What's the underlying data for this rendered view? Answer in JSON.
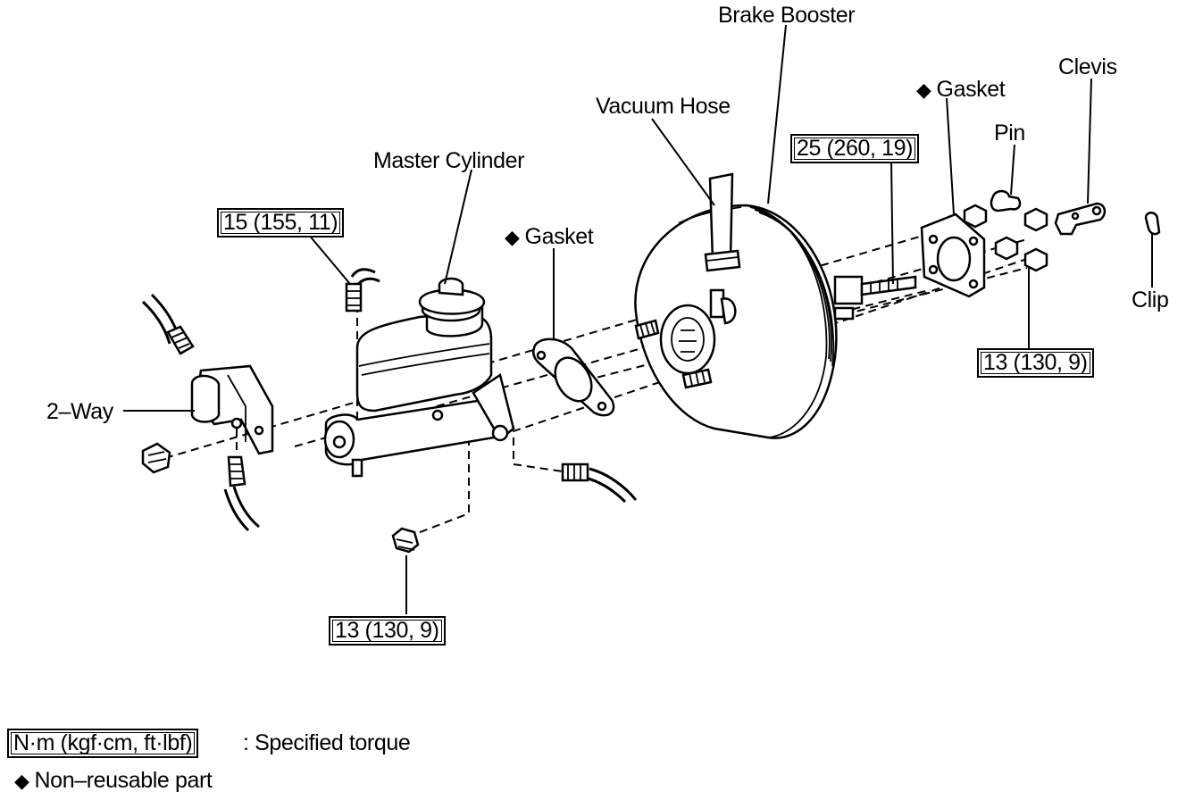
{
  "labels": {
    "brake_booster": "Brake Booster",
    "vacuum_hose": "Vacuum Hose",
    "master_cylinder": "Master Cylinder",
    "gasket_left": "Gasket",
    "gasket_right": "Gasket",
    "clevis": "Clevis",
    "pin": "Pin",
    "clip": "Clip",
    "two_way": "2–Way"
  },
  "torque": {
    "master_cyl_line": "15 (155, 11)",
    "booster_nut": "25 (260, 19)",
    "bracket_nut": "13 (130, 9)",
    "master_cyl_nut": "13 (130, 9)"
  },
  "legend": {
    "torque_unit": "N·m (kgf·cm, ft·lbf)",
    "torque_desc": ": Specified torque",
    "non_reusable_symbol": "◆",
    "non_reusable_desc": "Non–reusable part"
  }
}
